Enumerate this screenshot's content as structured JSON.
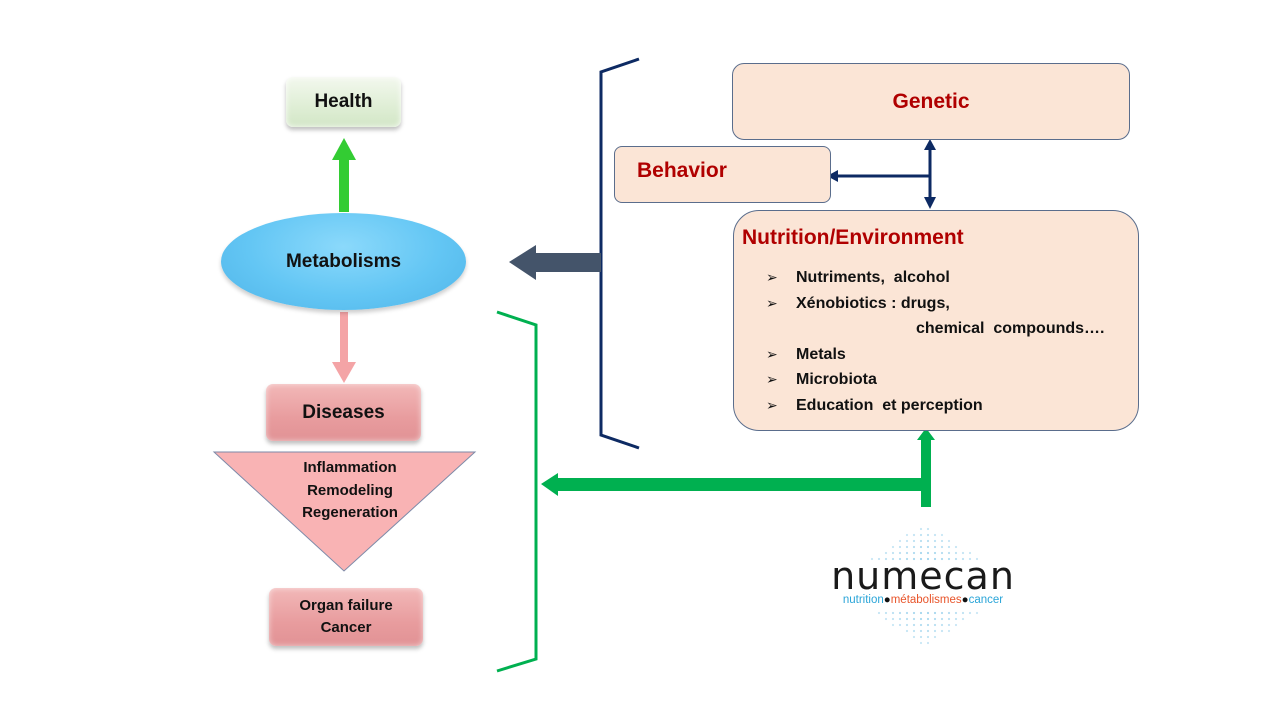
{
  "diagram": {
    "left_column": {
      "health": "Health",
      "metabolisms": "Metabolisms",
      "diseases": "Diseases",
      "processes": [
        "Inflammation",
        "Remodeling",
        "Regeneration"
      ],
      "outcome": [
        "Organ failure",
        "Cancer"
      ]
    },
    "right_column": {
      "genetic": "Genetic",
      "behavior": "Behavior",
      "nutrition_title": "Nutrition/Environment",
      "nutrition_items": [
        "Nutriments,  alcohol",
        "Xénobiotics : drugs,",
        "chemical  compounds….",
        "Metals",
        "Microbiota",
        "Education  et perception"
      ]
    },
    "logo": {
      "word": "numecan",
      "tagline": [
        "nutrition",
        "métabolismes",
        "cancer"
      ]
    },
    "colors": {
      "green_arrow": "#00b050",
      "light_green_arrow": "#33cc33",
      "pink_arrow": "#f4a4a6",
      "navy": "#002060",
      "slate_arrow": "#44546a",
      "title_red": "#b00000",
      "logo_blue": "#2aa5d8",
      "logo_orange": "#e8542a"
    }
  }
}
